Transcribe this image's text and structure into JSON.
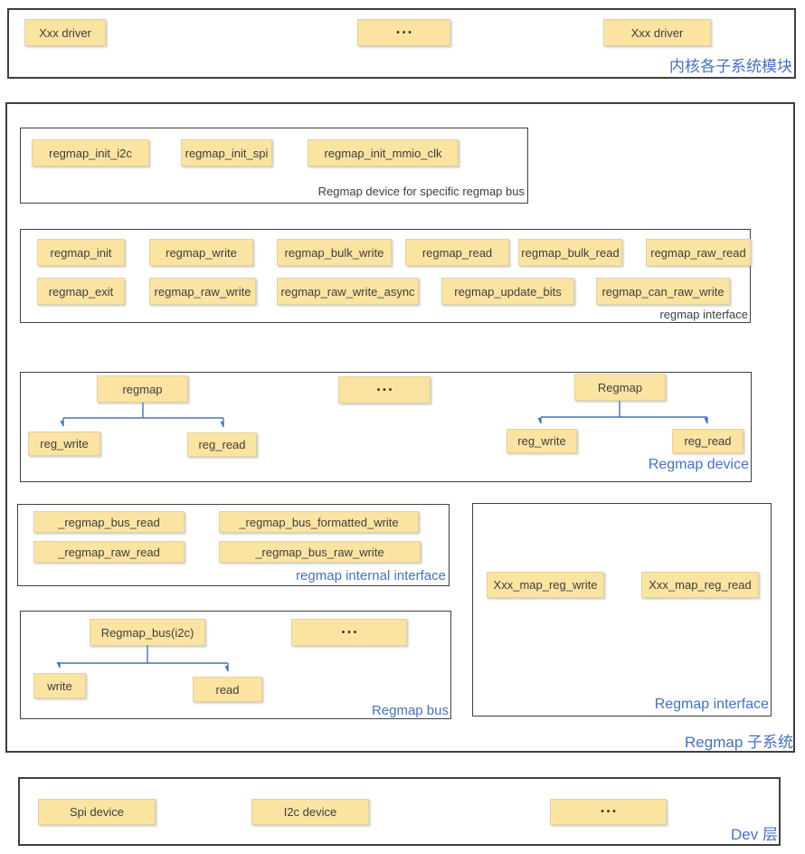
{
  "kernel": {
    "label": "内核各子系统模块",
    "driver_left": "Xxx driver",
    "dots": "•••",
    "driver_right": "Xxx driver"
  },
  "sub": {
    "label": "Regmap 子系统",
    "init": {
      "label": "Regmap device  for specific regmap bus",
      "i2c": "regmap_init_i2c",
      "spi": "regmap_init_spi",
      "mmio_clk": "regmap_init_mmio_clk"
    },
    "iface": {
      "label": "regmap  interface",
      "r1": [
        "regmap_init",
        "regmap_write",
        "regmap_bulk_write",
        "regmap_read",
        "regmap_bulk_read",
        "regmap_raw_read"
      ],
      "r2": [
        "regmap_exit",
        "regmap_raw_write",
        "regmap_raw_write_async",
        "regmap_update_bits",
        "regmap_can_raw_write"
      ]
    },
    "device": {
      "label": "Regmap device",
      "left": {
        "root": "regmap",
        "write": "reg_write",
        "read": "reg_read"
      },
      "dots": "•••",
      "right": {
        "root": "Regmap",
        "write": "reg_write",
        "read": "reg_read"
      }
    },
    "internal": {
      "label": "regmap internal interface",
      "bus_read": "_regmap_bus_read",
      "formatted_write": "_regmap_bus_formatted_write",
      "raw_read": "_regmap_raw_read",
      "bus_raw_write": "_regmap_bus_raw_write"
    },
    "bus": {
      "label": "Regmap bus",
      "root": "Regmap_bus(i2c)",
      "dots": "•••",
      "write": "write",
      "read": "read"
    },
    "riface": {
      "label": "Regmap interface",
      "write": "Xxx_map_reg_write",
      "read": "Xxx_map_reg_read"
    }
  },
  "dev_layer": {
    "label": "Dev 层",
    "spi": "Spi device",
    "i2c": "I2c device",
    "dots": "•••"
  },
  "colors": {
    "accent_blue": "#4472C4",
    "box_fill": "#FBE3A1",
    "box_border": "#E4D29B",
    "frame_border": "#404040"
  }
}
